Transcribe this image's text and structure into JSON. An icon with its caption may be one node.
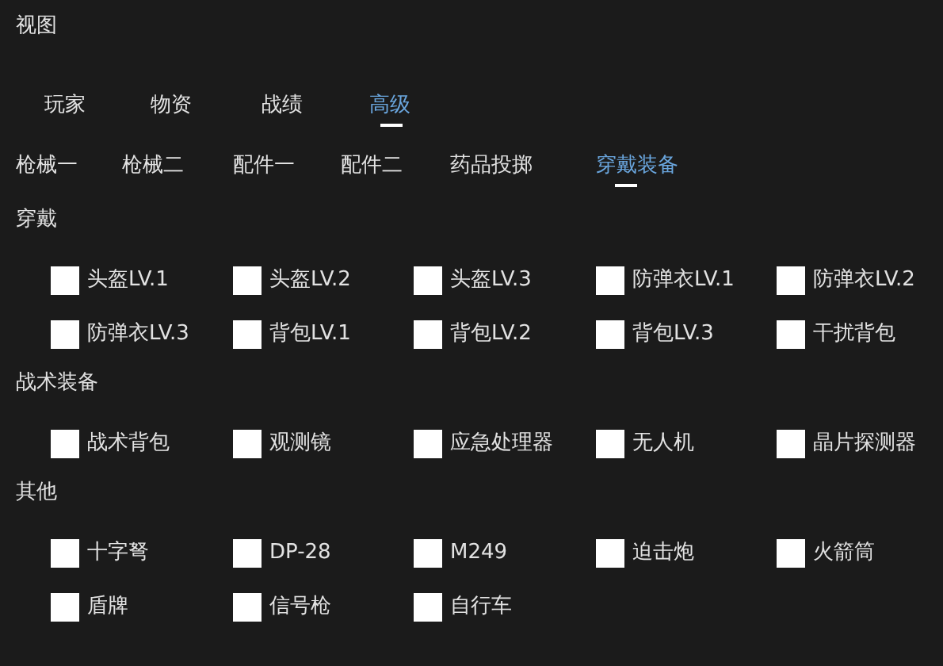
{
  "diagram": {
    "title": "视图",
    "labels": [
      "玩家",
      "物资",
      "战绩",
      "高级",
      "枪械一",
      "枪械二",
      "配件一",
      "配件二",
      "药品投掷",
      "穿戴装备",
      "穿戴",
      "头盔LV.1",
      "头盔LV.2",
      "头盔LV.3",
      "防弹衣LV.1",
      "防弹衣LV.2",
      "防弹衣LV.3",
      "背包LV.1",
      "背包LV.2",
      "背包LV.3",
      "干扰背包",
      "战术装备",
      "战术背包",
      "观测镜",
      "应急处理器",
      "无人机",
      "晶片探测器",
      "其他",
      "十字弩",
      "DP-28",
      "M249",
      "迫击炮",
      "火箭筒",
      "盾牌",
      "信号枪",
      "自行车"
    ]
  }
}
